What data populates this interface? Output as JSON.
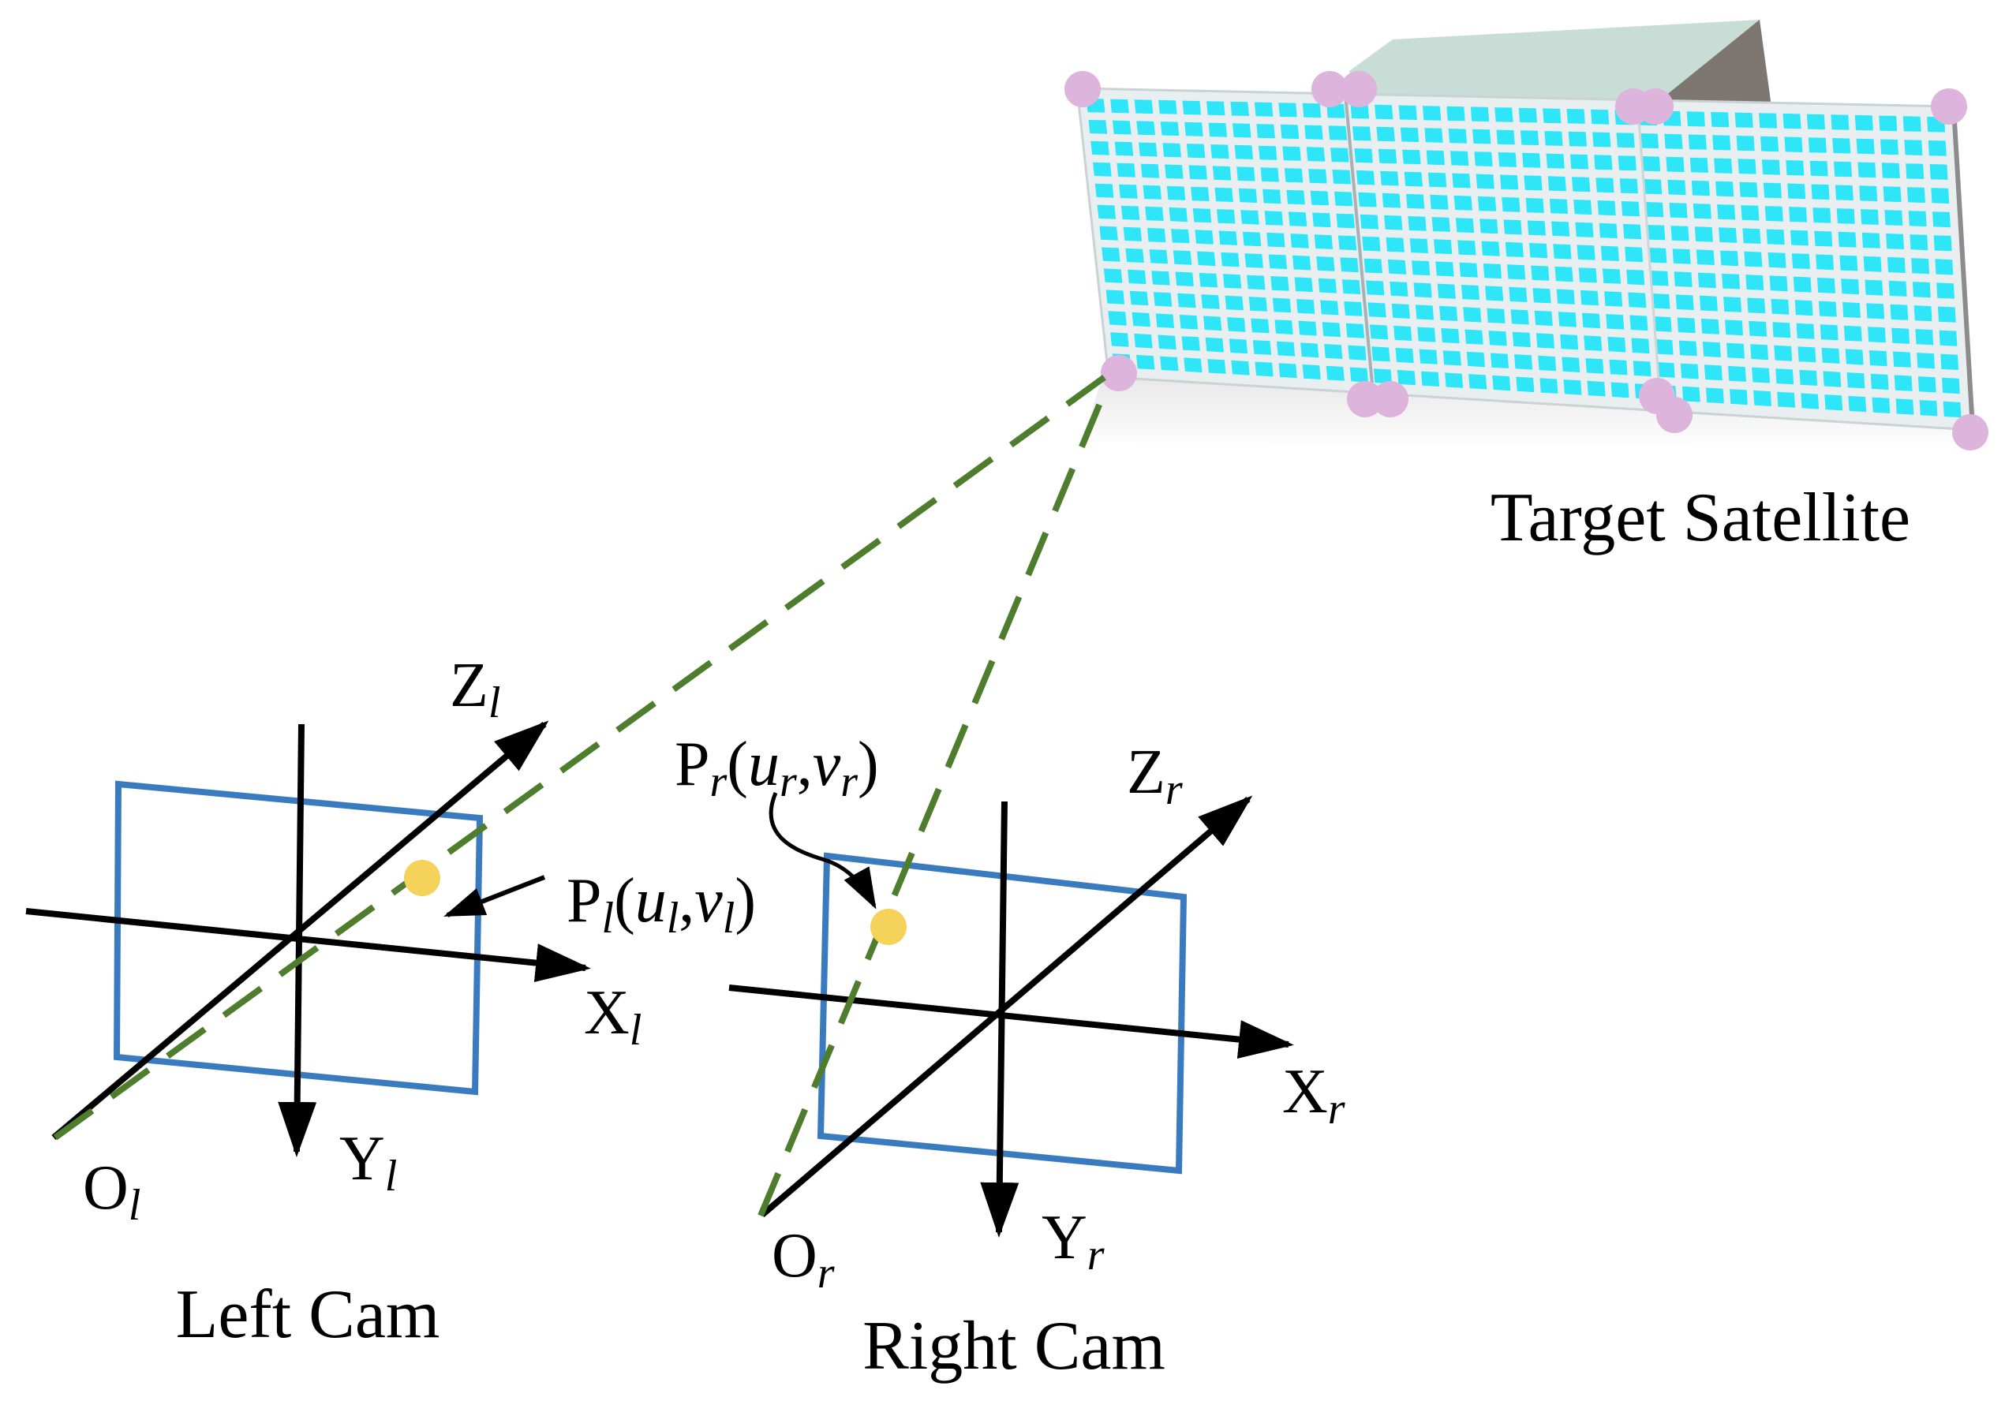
{
  "satellite": {
    "label": "Target Satellite"
  },
  "left_cam": {
    "label": "Left Cam",
    "axes": {
      "z": {
        "base": "Z",
        "sub": "l"
      },
      "x": {
        "base": "X",
        "sub": "l"
      },
      "y": {
        "base": "Y",
        "sub": "l"
      },
      "origin": {
        "base": "O",
        "sub": "l"
      }
    },
    "point": {
      "p": "P",
      "sub": "l",
      "open": "(",
      "u": "u",
      "comma": ",",
      "v": "v",
      "close": ")"
    }
  },
  "right_cam": {
    "label": "Right Cam",
    "axes": {
      "z": {
        "base": "Z",
        "sub": "r"
      },
      "x": {
        "base": "X",
        "sub": "r"
      },
      "y": {
        "base": "Y",
        "sub": "r"
      },
      "origin": {
        "base": "O",
        "sub": "r"
      }
    },
    "point": {
      "p": "P",
      "sub": "r",
      "open": "(",
      "u": "u",
      "comma": ",",
      "v": "v",
      "close": ")"
    }
  },
  "colors": {
    "image_plane": "#3a7bbf",
    "projection_ray": "#4e7d2e",
    "image_point": "#f5d35a",
    "feature_point": "#dcb4dc",
    "solar_cell": "#2ee6f8",
    "axis": "#000000"
  }
}
